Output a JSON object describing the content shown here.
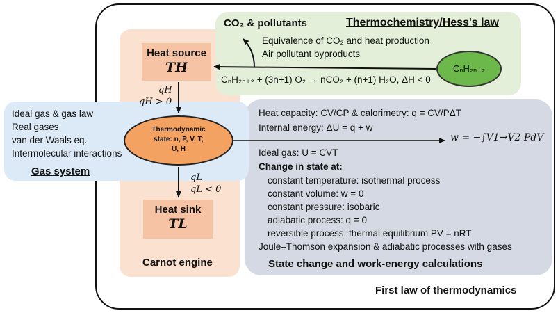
{
  "thermochem": {
    "title": "Thermochemistry/Hess's law",
    "co2_label": "CO₂ & pollutants",
    "line1": "Equivalence of CO₂ and heat production",
    "line2": "Air pollutant byproducts",
    "reaction": "CₙH₂ₙ₊₂ + (3n+1) O₂ → nCO₂ + (n+1) H₂O, ΔH < 0",
    "fuel": "CₙH₂ₙ₊₂"
  },
  "carnot": {
    "heat_source_label": "Heat source",
    "heat_source_symbol": "TH",
    "qh": "qH",
    "qh_cond": "qH > 0",
    "state_line1": "Thermodynamic",
    "state_line2": "state:  n, P, V, T;",
    "state_line3": "U, H",
    "ql": "qL",
    "ql_cond": "qL < 0",
    "heat_sink_label": "Heat sink",
    "heat_sink_symbol": "TL",
    "title": "Carnot engine"
  },
  "gas": {
    "items": [
      "Ideal gas & gas law",
      "Real gases",
      "van der Waals eq.",
      "Intermolecular interactions"
    ],
    "title": "Gas system"
  },
  "state": {
    "heat_capacity": "Heat capacity: CV/CP & calorimetry: q = CV/PΔT",
    "internal_energy": "Internal energy: ΔU = q + w",
    "work": "w = −∫V1→V2 PdV",
    "ideal_gas": "Ideal gas: U = CVT",
    "change_heading": "Change in state at:",
    "processes": [
      "constant temperature: isothermal process",
      "constant volume: w = 0",
      "constant pressure: isobaric",
      "adiabatic process: q = 0",
      "reversible process: thermal equilibrium PV = nRT"
    ],
    "joule": "Joule–Thomson expansion & adiabatic processes with gases",
    "title": "State change and work-energy calculations"
  },
  "footer": {
    "title": "First law of thermodynamics"
  }
}
